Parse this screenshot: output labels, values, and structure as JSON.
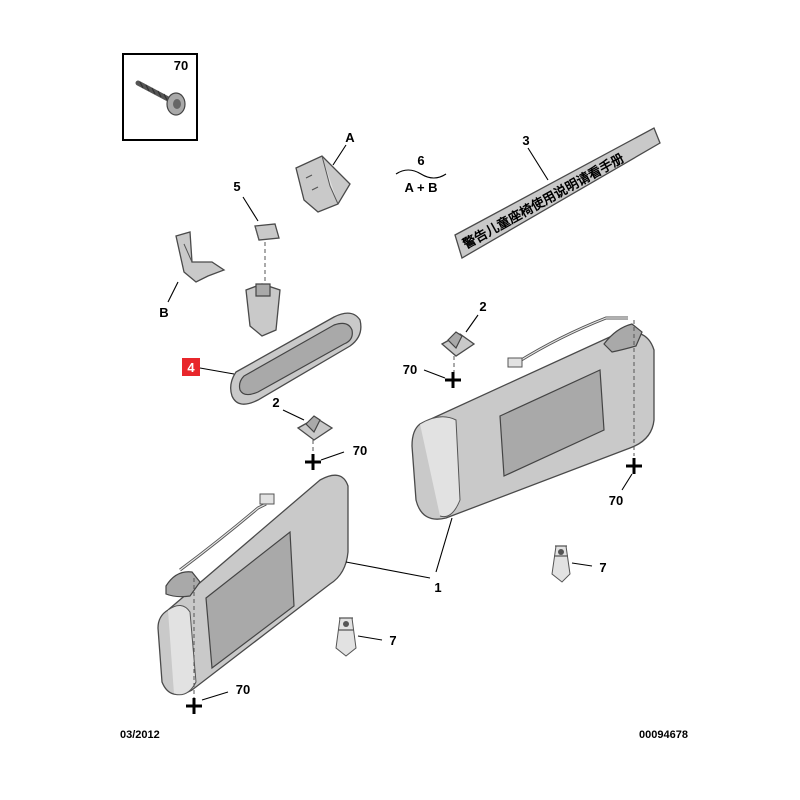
{
  "labels": {
    "screw_box": "70",
    "callout_a": "A",
    "kit_number": "6",
    "kit_formula": "A + B",
    "callout_3": "3",
    "callout_5": "5",
    "callout_b": "B",
    "callout_4": "4",
    "callout_2_right": "2",
    "callout_70_right_clip": "70",
    "callout_2_left": "2",
    "callout_70_left_clip": "70",
    "callout_70_right_visor": "70",
    "callout_7_right": "7",
    "callout_1": "1",
    "callout_7_left": "7",
    "callout_70_left_visor": "70"
  },
  "warning_label_text": "警告儿童座椅使用说明请看手册",
  "footer": {
    "date": "03/2012",
    "reference": "00094678"
  },
  "colors": {
    "highlight": "#e8262b",
    "part_fill": "#c9c9c9",
    "outline": "#4a4a4a"
  }
}
